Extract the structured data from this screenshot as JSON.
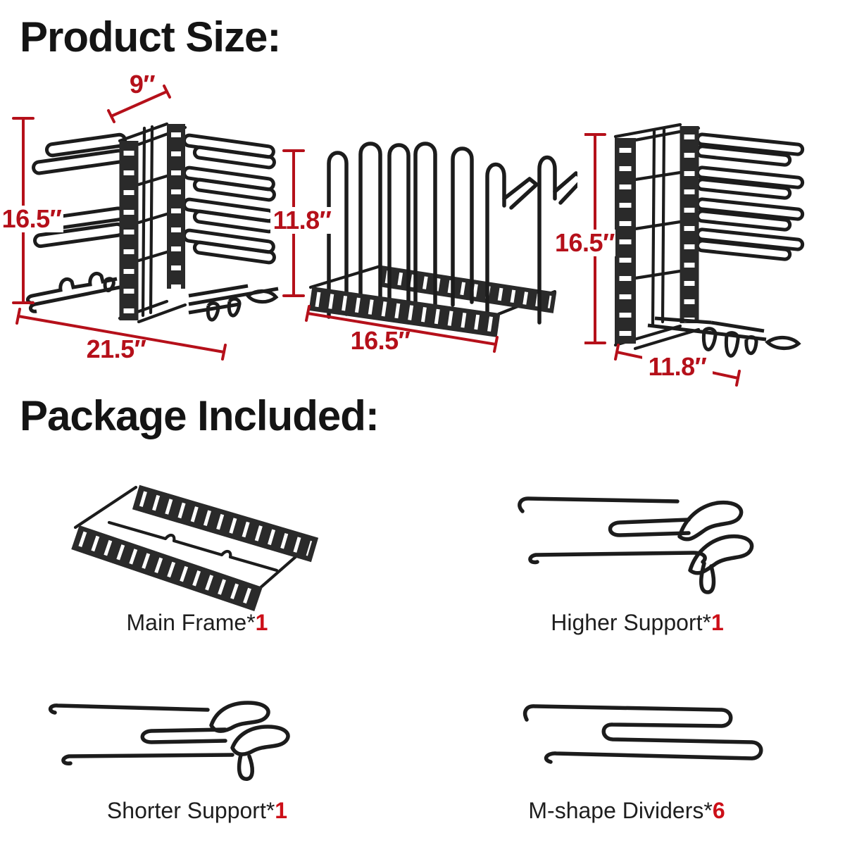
{
  "colors": {
    "ink": "#1c1c1c",
    "bar_fill": "#2a2a2a",
    "dimension_red": "#b5101a",
    "count_red": "#cc0f18",
    "background": "#ffffff"
  },
  "product_size": {
    "title": "Product Size:",
    "views": [
      {
        "name": "vertical-rack-wide",
        "dims": {
          "top": "9″",
          "left": "16.5″",
          "bottom": "21.5″"
        }
      },
      {
        "name": "horizontal-rack",
        "dims": {
          "left": "11.8″",
          "bottom": "16.5″"
        }
      },
      {
        "name": "vertical-rack-narrow",
        "dims": {
          "left": "16.5″",
          "bottom": "11.8″"
        }
      }
    ]
  },
  "package_included": {
    "title": "Package Included:",
    "items": [
      {
        "label": "Main Frame*",
        "count": "1"
      },
      {
        "label": "Higher Support*",
        "count": "1"
      },
      {
        "label": "Shorter Support*",
        "count": "1"
      },
      {
        "label": "M-shape Dividers*",
        "count": "6"
      }
    ]
  }
}
